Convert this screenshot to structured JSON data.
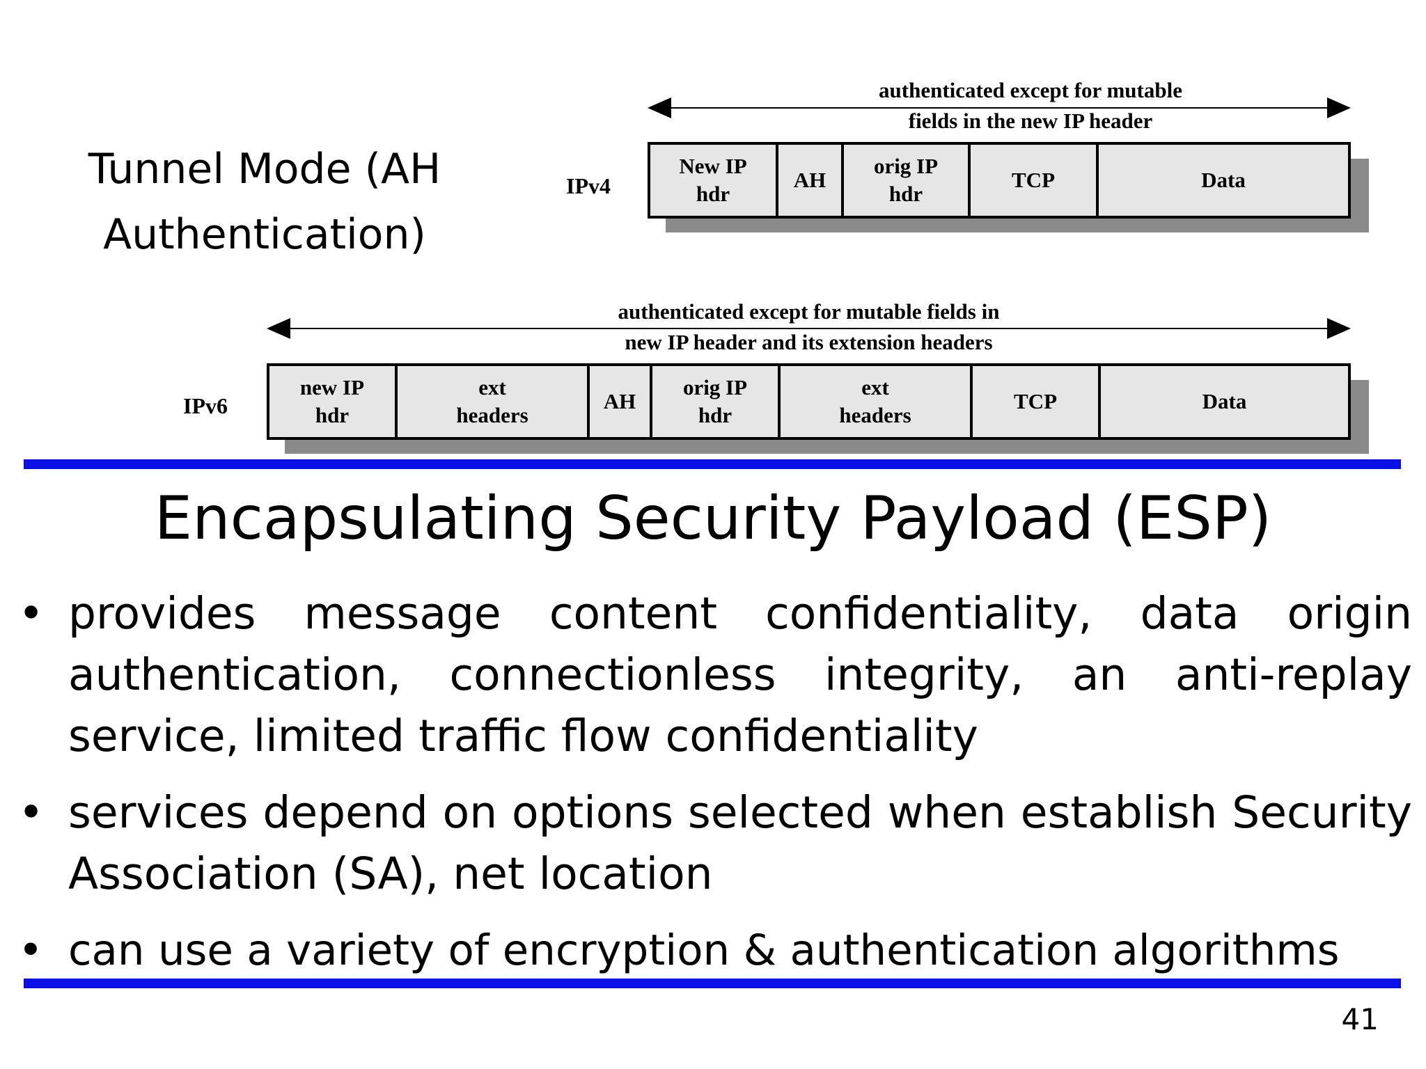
{
  "caption": {
    "line1": "Tunnel Mode (AH",
    "line2": "Authentication)"
  },
  "diagram": {
    "ipv4": {
      "label": "IPv4",
      "span_line1": "authenticated except for mutable",
      "span_line2": "fields in the new IP header",
      "cells": [
        {
          "l1": "New IP",
          "l2": "hdr"
        },
        {
          "l1": "AH",
          "l2": ""
        },
        {
          "l1": "orig IP",
          "l2": "hdr"
        },
        {
          "l1": "TCP",
          "l2": ""
        },
        {
          "l1": "Data",
          "l2": ""
        }
      ]
    },
    "ipv6": {
      "label": "IPv6",
      "span_line1": "authenticated except for mutable fields in",
      "span_line2": "new IP header and its extension headers",
      "cells": [
        {
          "l1": "new IP",
          "l2": "hdr"
        },
        {
          "l1": "ext",
          "l2": "headers"
        },
        {
          "l1": "AH",
          "l2": ""
        },
        {
          "l1": "orig IP",
          "l2": "hdr"
        },
        {
          "l1": "ext",
          "l2": "headers"
        },
        {
          "l1": "TCP",
          "l2": ""
        },
        {
          "l1": "Data",
          "l2": ""
        }
      ]
    }
  },
  "title": "Encapsulating Security Payload (ESP)",
  "bullets": [
    "provides message content confidentiality,  data origin authentication, connectionless integrity,  an anti-replay service, limited traffic flow confidentiality",
    "services depend on options selected when establish Security Association (SA), net location",
    "can use a variety of encryption & authentication algorithms"
  ],
  "bullet_glyph": "•",
  "page_number": "41",
  "colors": {
    "rule": "#0a10e6",
    "cell_fill": "#e6e6e6",
    "shadow": "#8a8a8a"
  }
}
